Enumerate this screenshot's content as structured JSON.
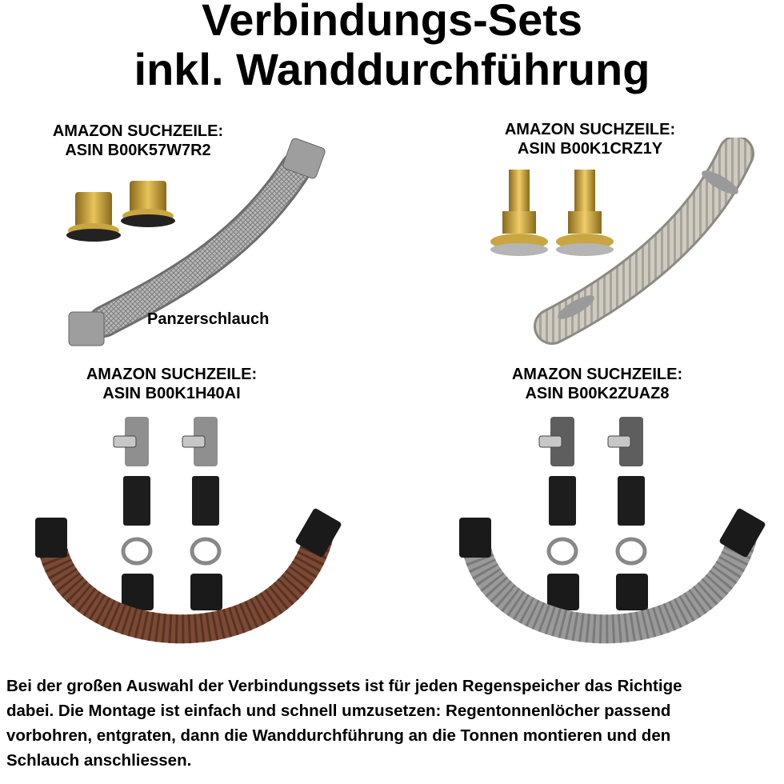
{
  "title": {
    "line1": "Verbindungs-Sets",
    "line2": "inkl. Wanddurchführung"
  },
  "sets": [
    {
      "search_label": "AMAZON SUCHZEILE:",
      "asin": "ASIN B00K57W7R2",
      "caption": "Panzerschlauch"
    },
    {
      "search_label": "AMAZON SUCHZEILE:",
      "asin": "ASIN B00K1CRZ1Y"
    },
    {
      "search_label": "AMAZON SUCHZEILE:",
      "asin": "ASIN B00K1H40AI",
      "hose_color": "#7a4a35"
    },
    {
      "search_label": "AMAZON SUCHZEILE:",
      "asin": "ASIN B00K2ZUAZ8",
      "hose_color": "#9a9a9a"
    }
  ],
  "description": {
    "line1": "Bei der großen Auswahl der Verbindungssets ist für jeden Regenspeicher das Richtige",
    "line2": "dabei. Die Montage ist einfach und schnell umzusetzen: Regentonnenlöcher passend",
    "line3": "vorbohren, entgraten, dann die Wanddurchführung an die Tonnen montieren und  den",
    "line4": "Schlauch anschliessen."
  }
}
